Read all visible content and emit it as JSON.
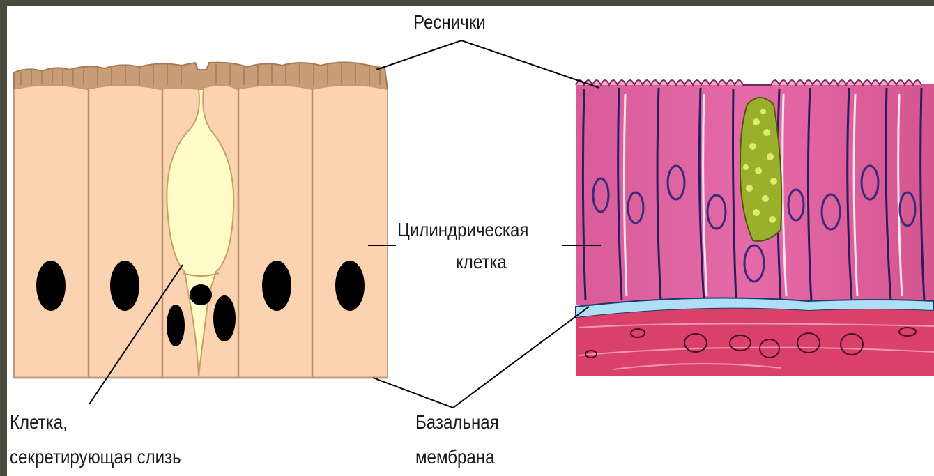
{
  "labels": {
    "cilia": "Реснички",
    "cylindrical_cell_line1": "Цилиндрическая",
    "cylindrical_cell_line2": "клетка",
    "mucus_cell_line1": "Клетка,",
    "mucus_cell_line2": "секретирующая слизь",
    "basal_membrane_line1": "Базальная",
    "basal_membrane_line2": "мембрана"
  },
  "colors": {
    "frame": "#4a4a3e",
    "cell_fill": "#fbd3b0",
    "cell_border": "#c49a7a",
    "cilia": "#c99d78",
    "mucus_cell": "#fffbc8",
    "nucleus": "#000000",
    "micro_cell": "#e95fa3",
    "micro_tissue": "#d9406a",
    "goblet": "#9ab02a",
    "leader": "#000000"
  }
}
